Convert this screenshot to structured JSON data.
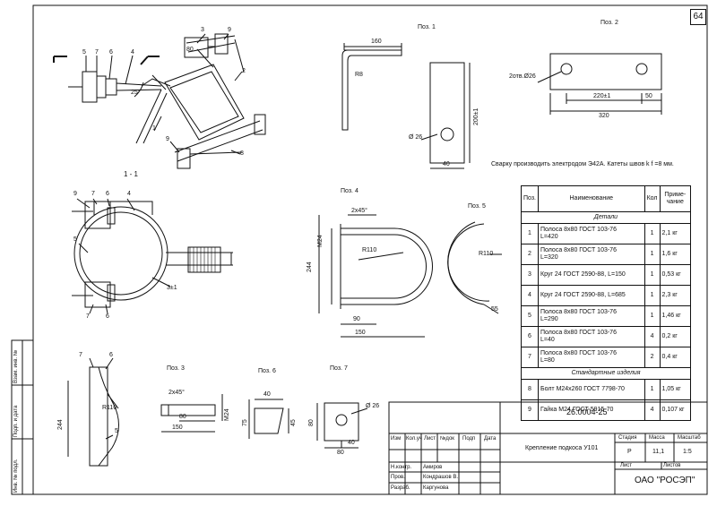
{
  "sheet_number": "64",
  "note": "Сварку производить электродом Э42А. Катеты швов k f =8 мм.",
  "views": {
    "main": {
      "callouts": [
        "5",
        "7",
        "6",
        "4",
        "3",
        "9",
        "2",
        "1",
        "9",
        "8"
      ],
      "dims": [
        "80",
        "25°"
      ]
    },
    "section_1_1": {
      "title": "1 - 1",
      "callouts": [
        "9",
        "7",
        "6",
        "4",
        "5",
        "7",
        "6"
      ],
      "dims": [
        "3±1"
      ]
    },
    "pos1": {
      "title": "Поз. 1",
      "dims": [
        "160",
        "R8",
        "200±1",
        "Ø 26",
        "40"
      ]
    },
    "pos2": {
      "title": "Поз. 2",
      "dims": [
        "2отв.Ø26",
        "220±1",
        "50",
        "320"
      ]
    },
    "pos3": {
      "title": "Поз. 3",
      "dims": [
        "2х45°",
        "80",
        "150",
        "M24"
      ]
    },
    "pos4": {
      "title": "Поз. 4",
      "dims": [
        "2х45°",
        "M24",
        "244",
        "R110",
        "90",
        "150"
      ]
    },
    "pos5": {
      "title": "Поз. 5",
      "dims": [
        "R110",
        "55"
      ]
    },
    "pos6": {
      "title": "Поз. 6",
      "dims": [
        "40",
        "45",
        "75"
      ]
    },
    "pos7": {
      "title": "Поз. 7",
      "dims": [
        "Ø 26",
        "80",
        "40",
        "80"
      ]
    },
    "clamp_view": {
      "callouts": [
        "7",
        "6",
        "5"
      ],
      "dims": [
        "244",
        "R110"
      ]
    }
  },
  "spec_table": {
    "headers": [
      "Поз.",
      "Наименование",
      "Кол",
      "Приме-чание"
    ],
    "sections": [
      {
        "title": "Детали",
        "rows": [
          {
            "pos": "1",
            "name": "Полоса 8х80 ГОСТ 103-76",
            "sub": "L=420",
            "qty": "1",
            "note": "2,1 кг"
          },
          {
            "pos": "2",
            "name": "Полоса 8х80 ГОСТ 103-76",
            "sub": "L=320",
            "qty": "1",
            "note": "1,6 кг"
          },
          {
            "pos": "3",
            "name": "Круг 24 ГОСТ 2590-88, L=150",
            "sub": "",
            "qty": "1",
            "note": "0,53 кг"
          },
          {
            "pos": "4",
            "name": "Круг 24 ГОСТ 2590-88, L=685",
            "sub": "",
            "qty": "1",
            "note": "2,3 кг"
          },
          {
            "pos": "5",
            "name": "Полоса 8х80 ГОСТ 103-76",
            "sub": "L=290",
            "qty": "1",
            "note": "1,46 кг"
          },
          {
            "pos": "6",
            "name": "Полоса 8х80 ГОСТ 103-76",
            "sub": "L=40",
            "qty": "4",
            "note": "0,2 кг"
          },
          {
            "pos": "7",
            "name": "Полоса 8х80 ГОСТ 103-76",
            "sub": "L=80",
            "qty": "2",
            "note": "0,4 кг"
          }
        ]
      },
      {
        "title": "Стандартные изделия",
        "rows": [
          {
            "pos": "8",
            "name": "Болт М24х260 ГОСТ 7798-70",
            "sub": "",
            "qty": "1",
            "note": "1,05 кг"
          },
          {
            "pos": "9",
            "name": "Гайка М24 ГОСТ 5915-70",
            "sub": "",
            "qty": "4",
            "note": "0,107 кг"
          }
        ]
      }
    ]
  },
  "title_block": {
    "designation": "26.0004-25",
    "name": "Крепление подкоса У101",
    "stage_label": "Стадия",
    "stage": "Р",
    "mass_label": "Масса",
    "mass": "11,1",
    "scale_label": "Масштаб",
    "scale": "1:5",
    "sheet_label": "Лист",
    "sheets_label": "Листов",
    "org": "ОАО \"РОСЭП\"",
    "rev_headers": [
      "Изм",
      "Кол.уч",
      "Лист",
      "№док",
      "Подп",
      "Дата"
    ],
    "roles": [
      "Н.контр.",
      "Пров.",
      "Разраб."
    ],
    "names": [
      "Амиров",
      "Кондрашов В.",
      "Каргунова"
    ]
  },
  "side_stamp": [
    "Инв. № подл.",
    "Подп. и дата",
    "Взам. инв. №"
  ]
}
